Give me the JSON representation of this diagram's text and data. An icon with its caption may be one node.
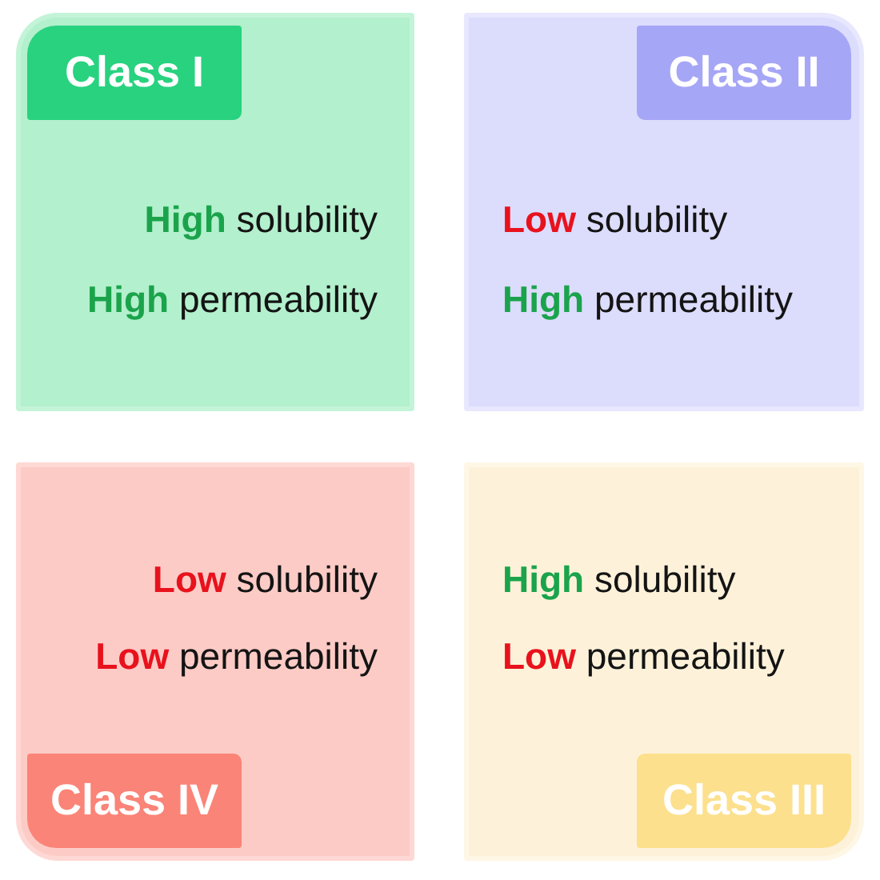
{
  "diagram": {
    "nodes": [
      {
        "text": [
          "**High** solubility",
          "**High** permeability"
        ]
      },
      {
        "text": [
          "Class I"
        ],
        "in": 0
      },
      {
        "text": [
          "**Low** solubility",
          "**High** permeability"
        ]
      },
      {
        "text": [
          "Class II"
        ],
        "in": 2
      },
      {
        "text": [
          "**Low** solubility",
          "**Low** permeability"
        ]
      },
      {
        "text": [
          "Class IV"
        ],
        "in": 4
      },
      {
        "text": [
          "**High** solubility",
          "**Low** permeability"
        ]
      },
      {
        "text": [
          "Class III"
        ],
        "in": 6
      }
    ]
  }
}
